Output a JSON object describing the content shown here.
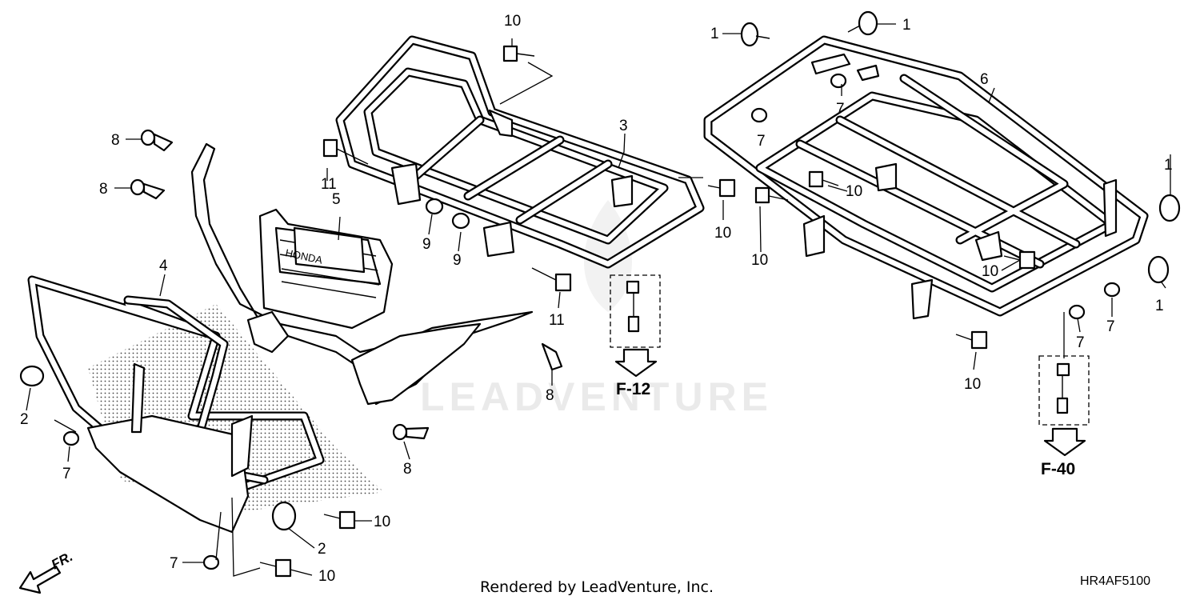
{
  "diagram": {
    "watermark": "LEADVENTURE",
    "footer": "Rendered by LeadVenture, Inc.",
    "code": "HR4AF5100",
    "front_label": "FR.",
    "refs": [
      "F-12",
      "F-40"
    ],
    "callouts": {
      "c_10_top": "10",
      "c_1_tl": "1",
      "c_1_tr": "1",
      "c_6": "6",
      "c_7_a": "7",
      "c_7_b": "7",
      "c_3": "3",
      "c_8_a": "8",
      "c_8_b": "8",
      "c_11_a": "11",
      "c_10_mid": "10",
      "c_10_r1": "10",
      "c_10_r2": "10",
      "c_1_r": "1",
      "c_5": "5",
      "c_4": "4",
      "c_9_a": "9",
      "c_9_b": "9",
      "c_10_c": "10",
      "c_11_b": "11",
      "c_10_r3": "10",
      "c_1_r2": "1",
      "c_7_r1": "7",
      "c_7_r2": "7",
      "c_2_a": "2",
      "c_8_c": "8",
      "c_10_r4": "10",
      "c_7_l": "7",
      "c_8_d": "8",
      "c_10_bl1": "10",
      "c_2_b": "2",
      "c_7_bl": "7",
      "c_10_bl2": "10"
    }
  }
}
